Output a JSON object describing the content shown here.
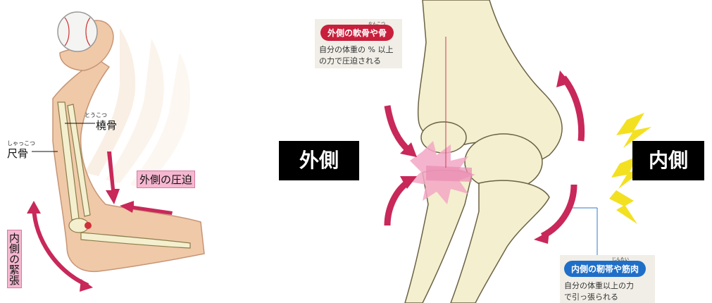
{
  "left_panel": {
    "labels": {
      "radius": "橈骨",
      "radius_ruby": "とうこつ",
      "ulna": "尺骨",
      "ulna_ruby": "しゃっこつ",
      "outer_compression": "外側の圧迫",
      "inner_tension": "内側の緊張"
    }
  },
  "right_panel": {
    "boxes": {
      "outer": "外側",
      "inner": "内側"
    },
    "callouts": {
      "outer_title": "外側の軟骨や骨",
      "outer_title_ruby": "なんこつ",
      "outer_desc_line1": "自分の体重の % 以上",
      "outer_desc_line2": "の力で圧迫される",
      "inner_title": "内側の靭帯や筋肉",
      "inner_title_ruby": "じんたい",
      "inner_desc_line1": "自分の体重以上の力",
      "inner_desc_line2": "で引っ張られる"
    },
    "colors": {
      "outer_callout": "#c81f3c",
      "inner_callout": "#1f6fc8",
      "arrow": "#c8285a",
      "lightning": "#f3e021",
      "bone": "#f3efcf"
    }
  }
}
